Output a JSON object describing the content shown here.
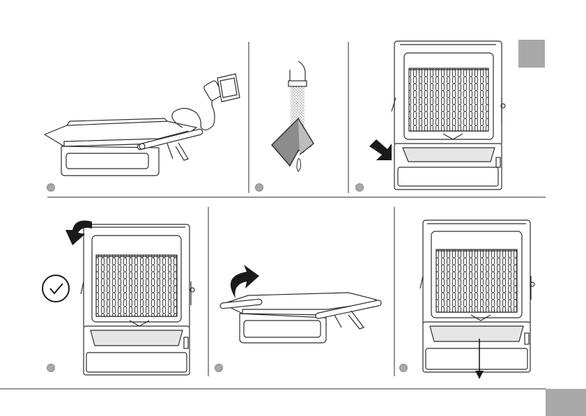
{
  "colors": {
    "line": "#2b2b2b",
    "badge": "#a8a8a8",
    "plate_fill": "#e6e6e6",
    "cloth": "#8c8c8c",
    "arrow": "#1a1a1a"
  },
  "steps": [
    {
      "id": 1,
      "icon": "grill-plugged-in-icon"
    },
    {
      "id": 2,
      "icon": "damp-cloth-icon"
    },
    {
      "id": 3,
      "icon": "grill-open-insert-plate-icon"
    },
    {
      "id": 4,
      "icon": "grill-close-lid-icon"
    },
    {
      "id": 5,
      "icon": "grill-closed-lid-open-icon"
    },
    {
      "id": 6,
      "icon": "grill-open-remove-plate-icon"
    }
  ]
}
